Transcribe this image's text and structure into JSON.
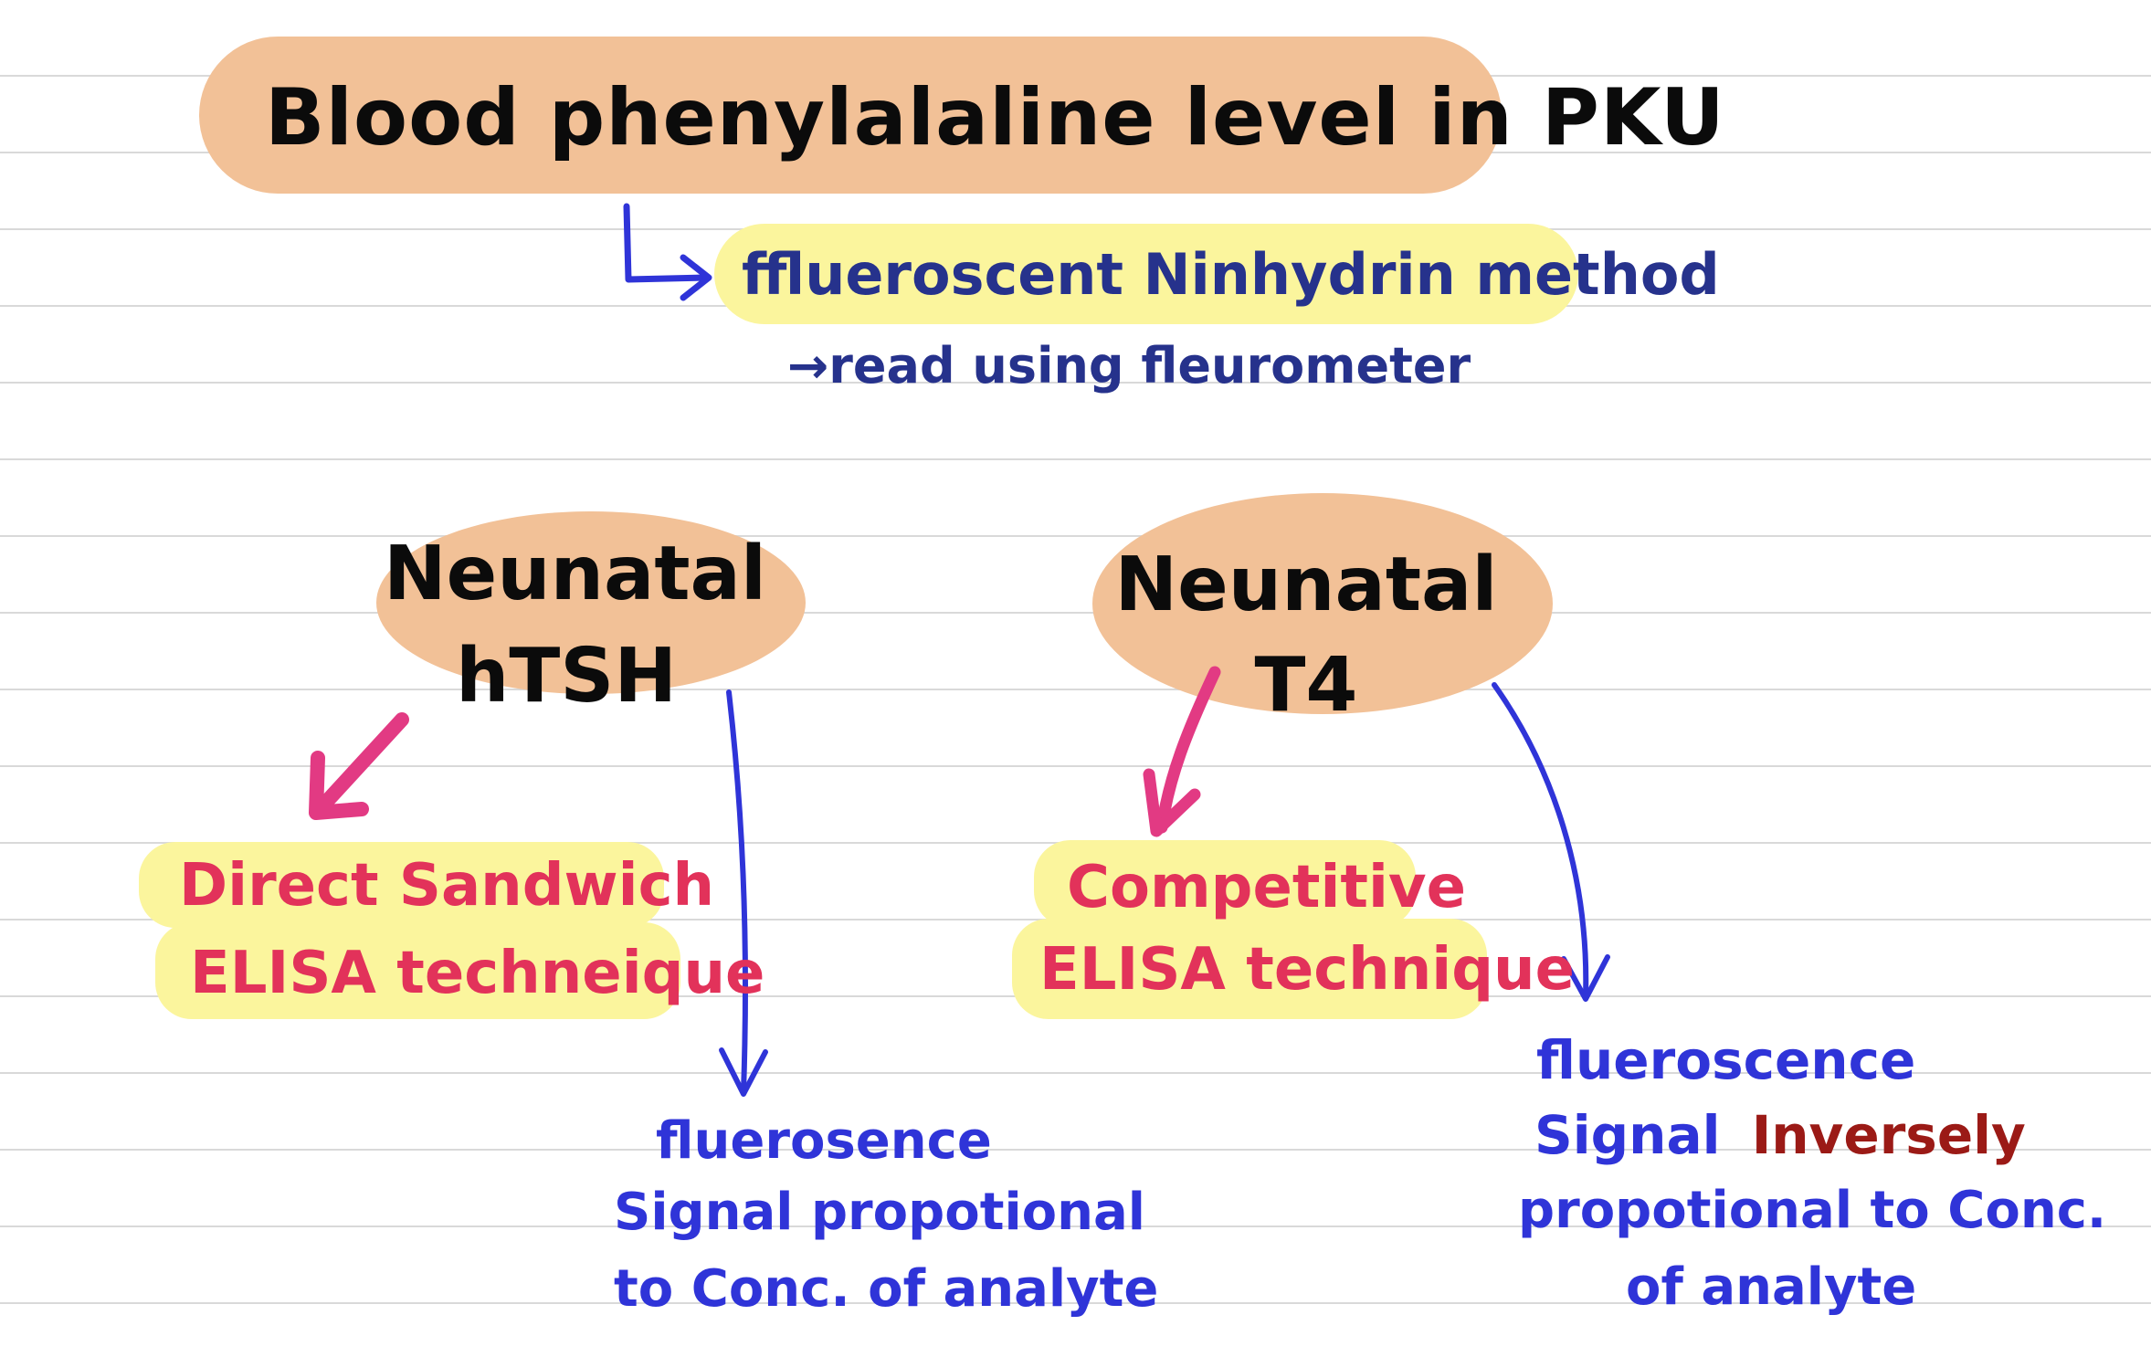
{
  "title": "Blood phenylalaline level in PKU",
  "method": {
    "name": "fflueroscent Ninhydrin method",
    "note": "→read using fleurometer"
  },
  "left": {
    "heading_line1": "Neunatal",
    "heading_line2": "hTSH",
    "technique_line1": "Direct Sandwich",
    "technique_line2": "ELISA techneique",
    "signal_line1": "fluerosence",
    "signal_line2": "Signal propotional",
    "signal_line3": "to Conc. of analyte"
  },
  "right": {
    "heading_line1": "Neunatal",
    "heading_line2": "T4",
    "technique_line1": "Competitive",
    "technique_line2": "ELISA technique",
    "signal_line1": "flueroscence",
    "signal_line2a": "Signal",
    "signal_line2b": "Inversely",
    "signal_line3": "propotional to Conc.",
    "signal_line4": "of analyte"
  },
  "colors": {
    "orange_blob": "#f2c197",
    "yellow_highlight": "#fbf59d",
    "black_ink": "#0b0b0b",
    "navy_ink": "#26328c",
    "blue_ink": "#2f34d8",
    "pink_ink": "#e23a83",
    "red_ink": "#e2325a",
    "dark_red_ink": "#9b1a16",
    "ruled_line": "#d9d9d9"
  }
}
